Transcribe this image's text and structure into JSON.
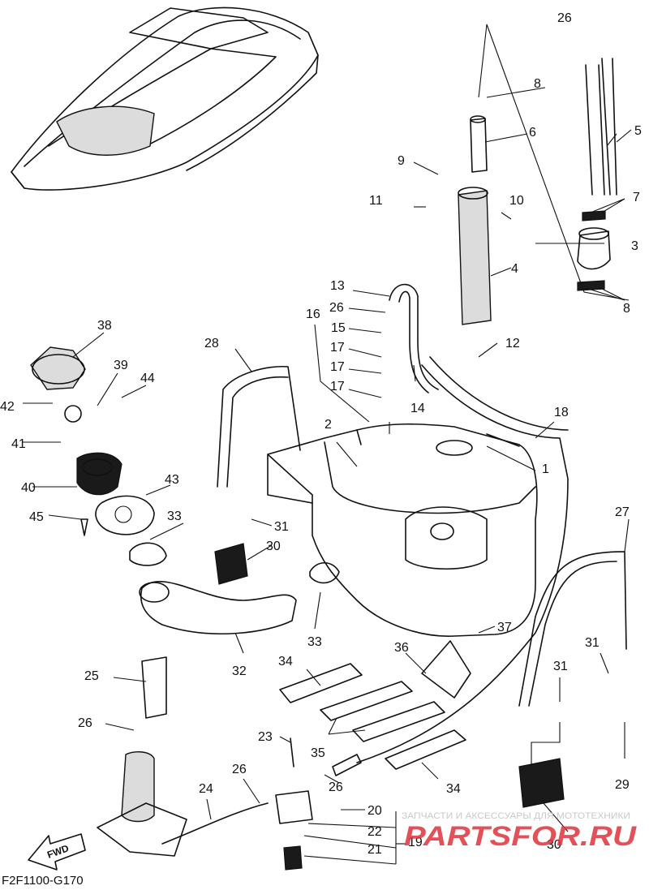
{
  "diagram_code": "F2F1100-G170",
  "watermark": {
    "tagline": "ЗАПЧАСТИ И АКСЕССУАРЫ ДЛЯ МОТОТЕХНИКИ",
    "logo_text": "PARTSFOR.RU",
    "color": "#e0323c"
  },
  "fwd_label": "FWD",
  "callouts": [
    "1",
    "2",
    "3",
    "4",
    "5",
    "6",
    "7",
    "8",
    "8",
    "9",
    "10",
    "11",
    "12",
    "13",
    "14",
    "15",
    "16",
    "17",
    "17",
    "17",
    "18",
    "19",
    "20",
    "21",
    "22",
    "23",
    "24",
    "25",
    "26",
    "26",
    "26",
    "26",
    "26",
    "27",
    "28",
    "29",
    "30",
    "30",
    "31",
    "31",
    "31",
    "32",
    "33",
    "33",
    "34",
    "34",
    "35",
    "36",
    "37",
    "38",
    "39",
    "40",
    "41",
    "42",
    "43",
    "44",
    "45"
  ]
}
